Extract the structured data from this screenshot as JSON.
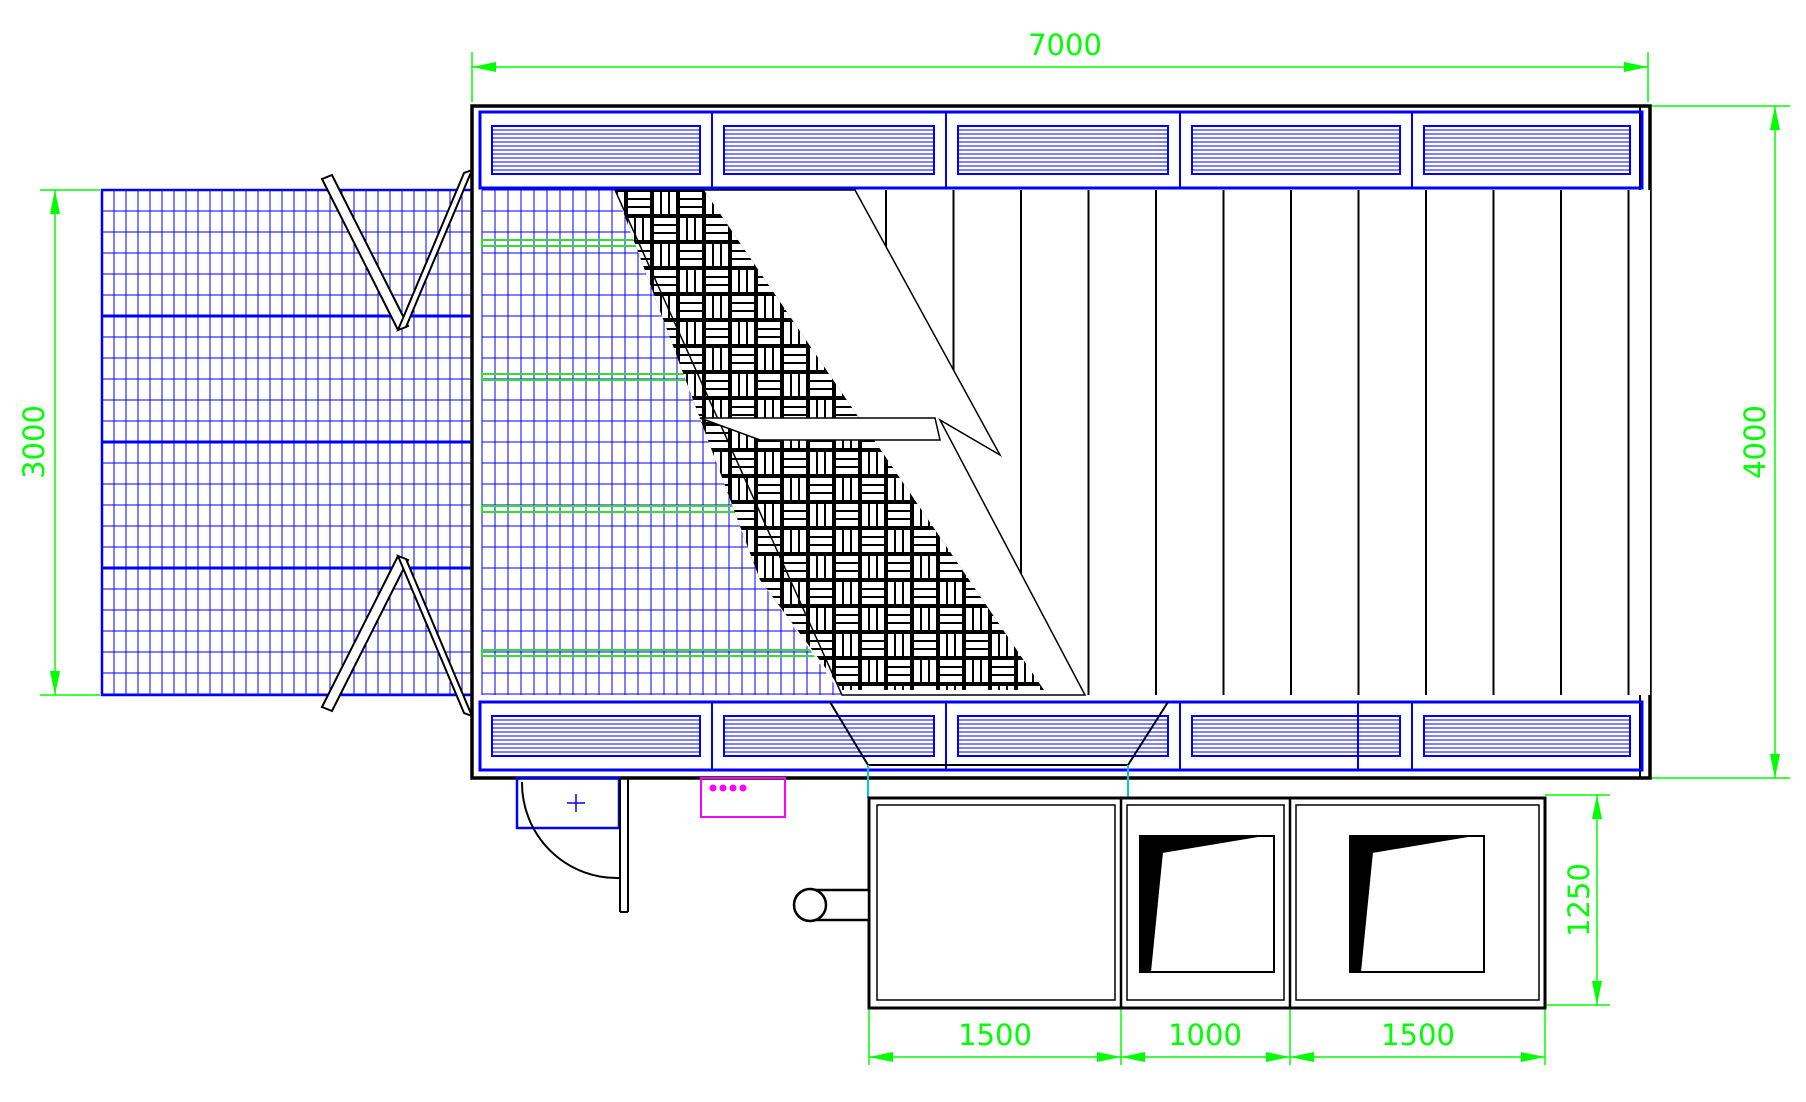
{
  "dimensions": {
    "overall_width": "7000",
    "overall_depth": "4000",
    "extension_depth": "3000",
    "side_unit_depth": "1250",
    "unit_widths": [
      "1500",
      "1000",
      "1500"
    ]
  },
  "colors": {
    "structure": "#000000",
    "walls_filters": "#0000ff",
    "dimensions": "#00ff00",
    "fan_outlet": "#ff00ff",
    "connector": "#00cccc"
  },
  "icons": [
    "plus-icon"
  ]
}
